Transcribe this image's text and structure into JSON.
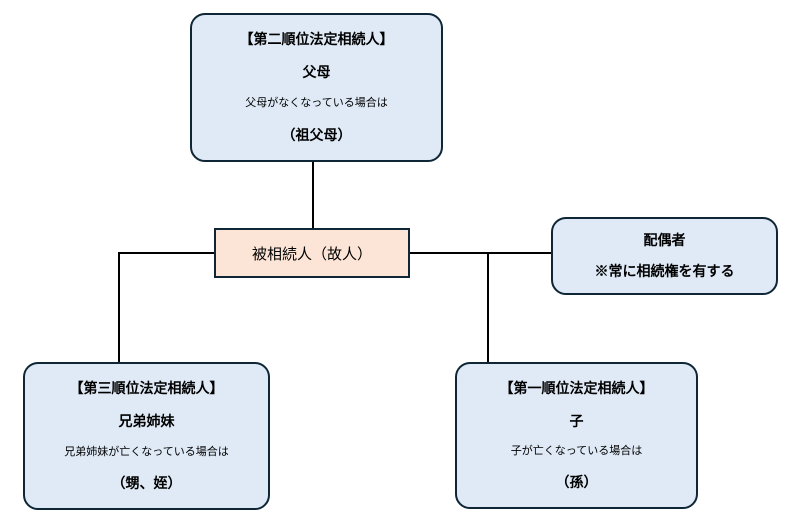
{
  "diagram": {
    "nodes": {
      "second_rank": {
        "heading": "【第二順位法定相続人】",
        "name": "父母",
        "note": "父母がなくなっている場合は",
        "fallback": "（祖父母）"
      },
      "decedent": {
        "label": "被相続人（故人）"
      },
      "spouse": {
        "name": "配偶者",
        "note": "※常に相続権を有する"
      },
      "third_rank": {
        "heading": "【第三順位法定相続人】",
        "name": "兄弟姉妹",
        "note": "兄弟姉妹が亡くなっている場合は",
        "fallback": "（甥、姪）"
      },
      "first_rank": {
        "heading": "【第一順位法定相続人】",
        "name": "子",
        "note": "子が亡くなっている場合は",
        "fallback": "（孫）"
      }
    },
    "colors": {
      "node_fill": "#dfeaf6",
      "node_border": "#0e2636",
      "decedent_fill": "#fce5d6",
      "connector": "#000000",
      "text": "#000000",
      "background": "#ffffff"
    }
  }
}
